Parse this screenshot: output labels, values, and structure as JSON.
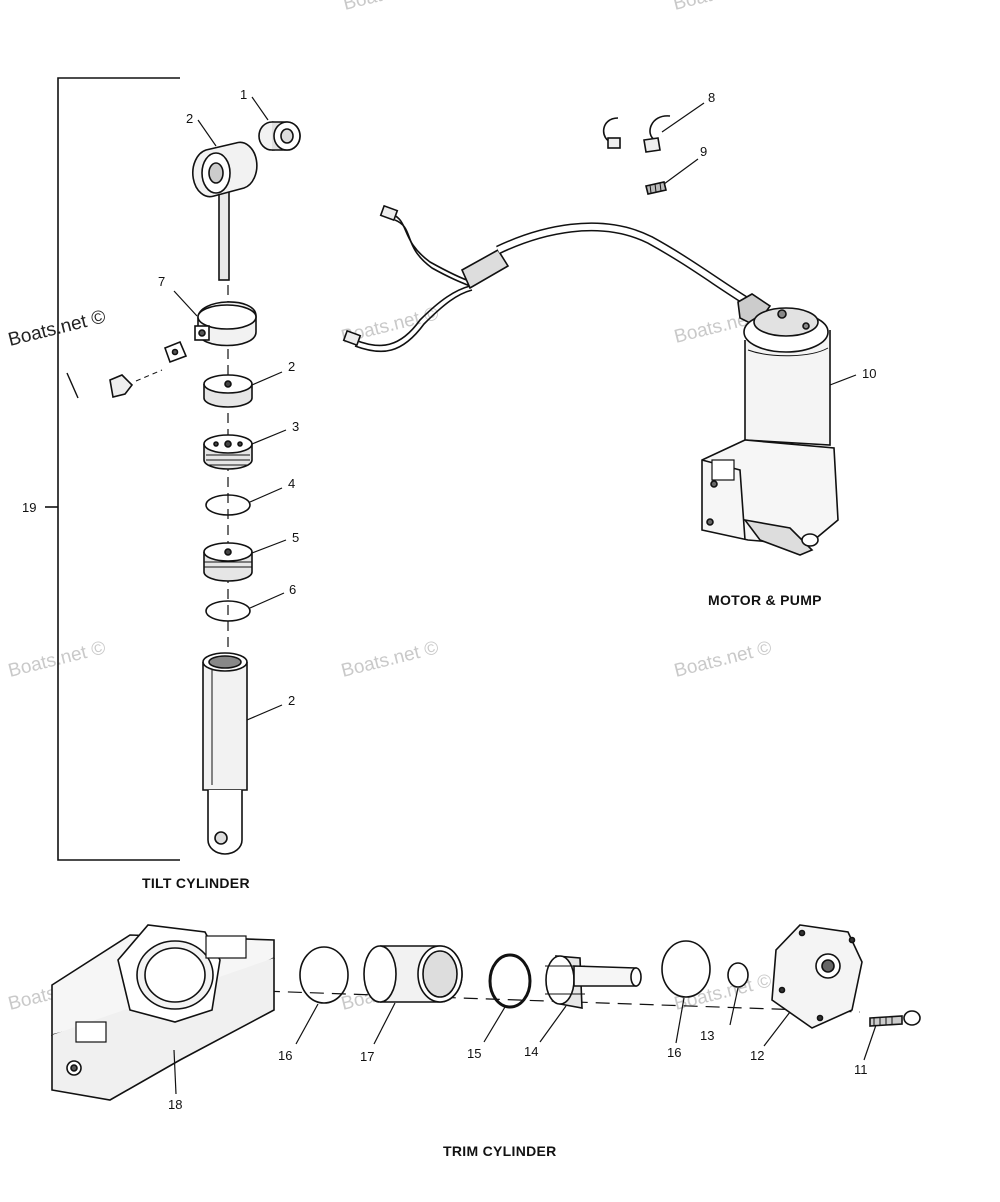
{
  "watermark": {
    "text": "Boats.net ©"
  },
  "sections": {
    "tilt_title": "TILT CYLINDER",
    "motor_title": "MOTOR & PUMP",
    "trim_title": "TRIM CYLINDER"
  },
  "callouts": {
    "c1": "1",
    "c2a": "2",
    "c2b": "2",
    "c2c": "2",
    "c3": "3",
    "c4": "4",
    "c5": "5",
    "c6": "6",
    "c7": "7",
    "c8": "8",
    "c9": "9",
    "c10": "10",
    "c11": "11",
    "c12": "12",
    "c13": "13",
    "c14": "14",
    "c15": "15",
    "c16a": "16",
    "c16b": "16",
    "c17": "17",
    "c18": "18",
    "c19": "19"
  },
  "colors": {
    "line": "#111111",
    "fill_light": "#f2f2f2",
    "fill_mid": "#d0d0d0",
    "watermark": "#c9c9c9"
  }
}
